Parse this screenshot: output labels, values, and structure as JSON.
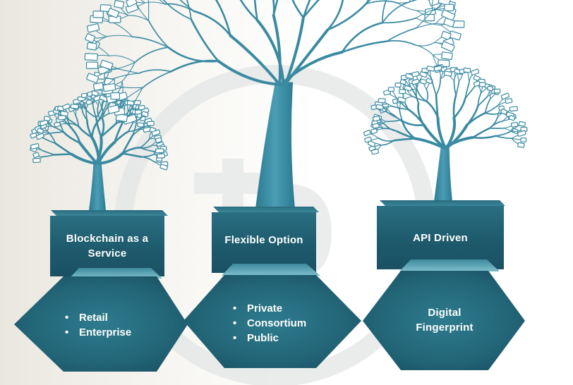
{
  "panels": [
    {
      "title_lines": [
        "Blockchain as a",
        "Service"
      ],
      "bullets": [
        "Retail",
        "Enterprise"
      ]
    },
    {
      "title_lines": [
        "Flexible Option"
      ],
      "bullets": [
        "Private",
        "Consortium",
        "Public"
      ]
    },
    {
      "title_lines": [
        "API Driven"
      ],
      "body_lines": [
        "Digital",
        "Fingerprint"
      ]
    }
  ],
  "colors": {
    "teal_dark": "#1b5667",
    "teal_mid": "#2f7d90",
    "teal_light": "#5ea9ba",
    "tree": "#3a8aa2",
    "watermark": "#d8dcdc"
  },
  "icons": [
    "tree-icon",
    "watermark-logo"
  ]
}
